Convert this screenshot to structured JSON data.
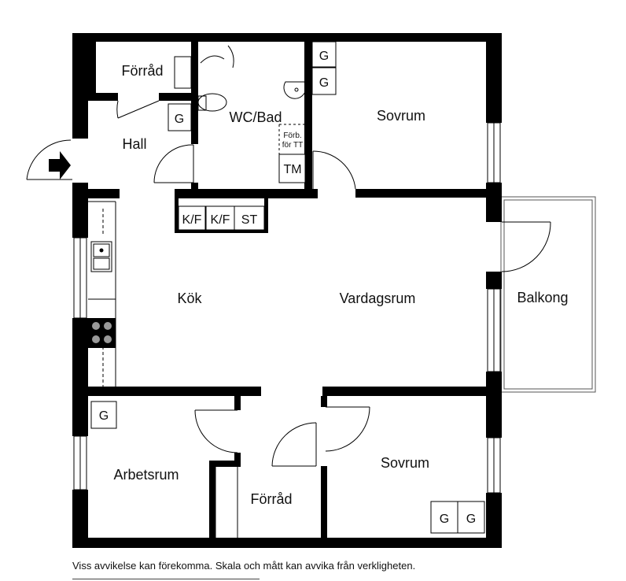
{
  "rooms": {
    "storage_top": "Förråd",
    "wc_bath": "WC/Bad",
    "bedroom_top": "Sovrum",
    "hall": "Hall",
    "kitchen": "Kök",
    "living_room": "Vardagsrum",
    "balcony": "Balkong",
    "study": "Arbetsrum",
    "storage_bottom": "Förråd",
    "bedroom_bottom": "Sovrum"
  },
  "fixtures": {
    "wardrobe": "G",
    "fridge_freezer": "K/F",
    "broom_closet": "ST",
    "washing_machine": "TM",
    "dryer_prep_line1": "Förb.",
    "dryer_prep_line2": "för TT"
  },
  "disclaimer": "Viss avvikelse kan förekomma. Skala och mått kan avvika från verkligheten."
}
